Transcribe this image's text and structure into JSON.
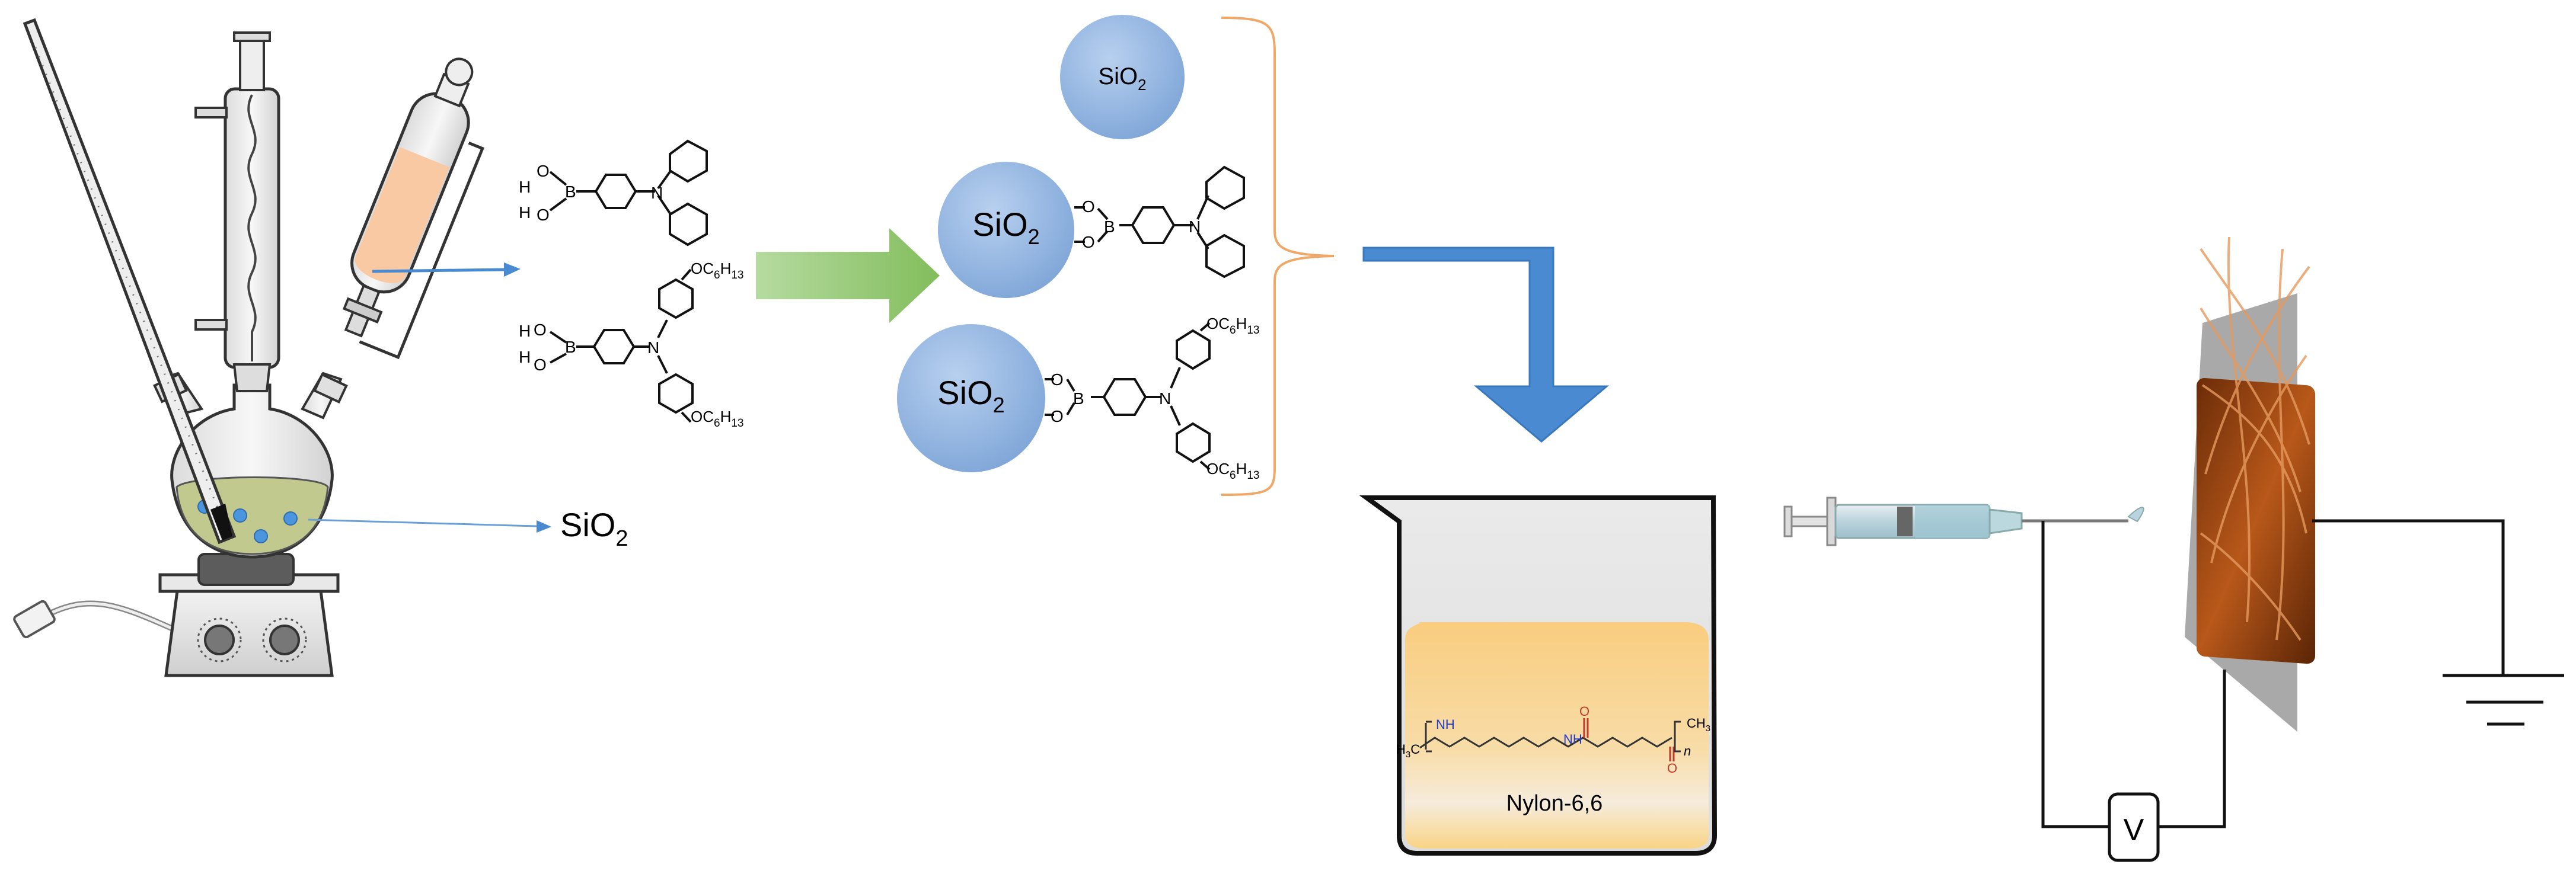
{
  "labels": {
    "silica_free": "SiO",
    "silica_free_sub": "2",
    "silica_plain": "SiO",
    "silica_plain_sub": "2",
    "silica_carbazole": "SiO",
    "silica_carbazole_sub": "2",
    "silica_tpa": "SiO",
    "silica_tpa_sub": "2",
    "nylon": "Nylon-6,6",
    "voltage": "V"
  },
  "chem_text": {
    "hydroxyl_o": "O",
    "hydroxyl_h": "H",
    "boron": "B",
    "nitrogen": "N",
    "ether_prefix": "OC",
    "ether_c_sub": "6",
    "ether_h": "H",
    "ether_h_sub": "13",
    "nh": "NH",
    "carbonyl_o": "O",
    "n_repeat": "n",
    "methyl": "CH",
    "methyl_sub": "3",
    "methyl_left": "H",
    "methyl_left_sub": "3",
    "methyl_left_c": "C"
  },
  "colors": {
    "silica_sphere": "#8fb3e0",
    "green_arrow": "#8cc06a",
    "blue_arrow": "#4a8ad0",
    "bracket": "#f0a868",
    "solution_top": "#f8d089",
    "solution_bottom": "#f6e9d4",
    "beaker_gray": "#e3e3e3",
    "flask_liquid": "#c2c98f",
    "funnel_liquid": "#f8c9a2",
    "collector_gray": "#a8a8a8",
    "fiber_orange": "#c8641e"
  }
}
